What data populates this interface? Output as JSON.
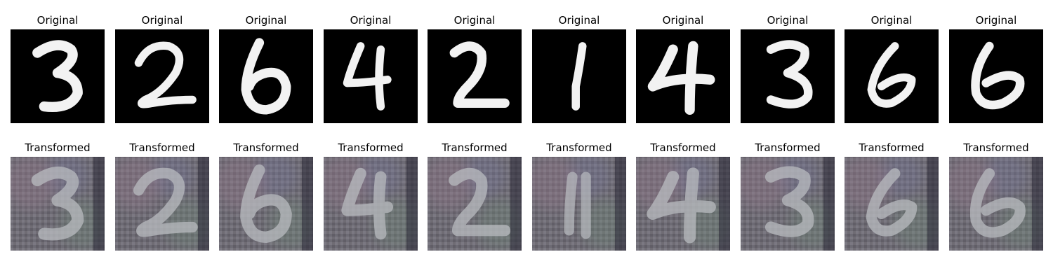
{
  "figure": {
    "original_title": "Original",
    "transformed_title": "Transformed",
    "columns": [
      {
        "digit": "3",
        "original_label": "Original",
        "transformed_label": "Transformed"
      },
      {
        "digit": "2",
        "original_label": "Original",
        "transformed_label": "Transformed"
      },
      {
        "digit": "6",
        "original_label": "Original",
        "transformed_label": "Transformed"
      },
      {
        "digit": "4",
        "original_label": "Original",
        "transformed_label": "Transformed"
      },
      {
        "digit": "2",
        "original_label": "Original",
        "transformed_label": "Transformed"
      },
      {
        "digit": "1",
        "original_label": "Original",
        "transformed_label": "Transformed"
      },
      {
        "digit": "4",
        "original_label": "Original",
        "transformed_label": "Transformed"
      },
      {
        "digit": "3",
        "original_label": "Original",
        "transformed_label": "Transformed"
      },
      {
        "digit": "6",
        "original_label": "Original",
        "transformed_label": "Transformed"
      },
      {
        "digit": "6",
        "original_label": "Original",
        "transformed_label": "Transformed"
      }
    ]
  },
  "colors": {
    "original_background": "#000000",
    "original_stroke": "#f2f2f2",
    "transformed_background": "#6d6a74",
    "transformed_stroke": "#b9bcc0"
  }
}
